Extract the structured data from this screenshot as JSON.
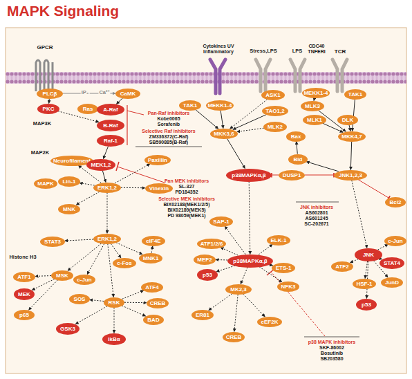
{
  "diagram": {
    "title": "MAPK Signaling",
    "nodes": [
      {
        "text": [
          "PLCβ"
        ]
      },
      {
        "text": [
          "CaMK"
        ]
      },
      {
        "text": [
          "TAK1"
        ]
      },
      {
        "text": [
          "MEKK1-4"
        ]
      },
      {
        "text": [
          "ASK1"
        ]
      },
      {
        "text": [
          "MEKK1-4"
        ]
      },
      {
        "text": [
          "TAK1"
        ]
      },
      {
        "text": [
          "PKC"
        ]
      },
      {
        "text": [
          "Ras"
        ]
      },
      {
        "text": [
          "A-Raf"
        ]
      },
      {
        "text": [
          "MLK3"
        ]
      },
      {
        "text": [
          "TAO1,2"
        ]
      },
      {
        "text": [
          "B-Raf"
        ]
      },
      {
        "text": [
          "MLK2"
        ]
      },
      {
        "text": [
          "MLK1"
        ]
      },
      {
        "text": [
          "DLK"
        ]
      },
      {
        "text": [
          "MKK3,6"
        ]
      },
      {
        "text": [
          "Bax"
        ]
      },
      {
        "text": [
          "MKK4,7"
        ]
      },
      {
        "text": [
          "Raf-1"
        ]
      },
      {
        "text": [
          "Neurofilament"
        ]
      },
      {
        "text": [
          "Paxillin"
        ]
      },
      {
        "text": [
          "MEK1,2"
        ]
      },
      {
        "text": [
          "Bid"
        ]
      },
      {
        "text": [
          "p38MAPKα,β"
        ]
      },
      {
        "text": [
          "DUSP1"
        ]
      },
      {
        "text": [
          "JNK1,2,3"
        ]
      },
      {
        "text": [
          "Lin-1"
        ]
      },
      {
        "text": [
          "MAPK"
        ]
      },
      {
        "text": [
          "ERK1,2"
        ]
      },
      {
        "text": [
          "Vinexin"
        ]
      },
      {
        "text": [
          "Bcl2"
        ]
      },
      {
        "text": [
          "MNK"
        ]
      },
      {
        "text": [
          "SAP-1"
        ]
      },
      {
        "text": [
          "ERK1,2"
        ]
      },
      {
        "text": [
          "eIF4E"
        ]
      },
      {
        "text": [
          "STAT3"
        ]
      },
      {
        "text": [
          "ELK-1"
        ]
      },
      {
        "text": [
          "ATF1/2/6"
        ]
      },
      {
        "text": [
          "c-Jun"
        ]
      },
      {
        "text": [
          "JNK"
        ]
      },
      {
        "text": [
          "MNK1"
        ]
      },
      {
        "text": [
          "MEF2"
        ]
      },
      {
        "text": [
          "p38MAPKα,β"
        ]
      },
      {
        "text": [
          "c-Fos"
        ]
      },
      {
        "text": [
          "STAT4"
        ]
      },
      {
        "text": [
          "ATF2"
        ]
      },
      {
        "text": [
          "ETS-1"
        ]
      },
      {
        "text": [
          "MSK"
        ]
      },
      {
        "text": [
          "ATF1"
        ]
      },
      {
        "text": [
          "c-Jun"
        ]
      },
      {
        "text": [
          "p53"
        ]
      },
      {
        "text": [
          "HSF-1"
        ]
      },
      {
        "text": [
          "JunD"
        ]
      },
      {
        "text": [
          "ATF4"
        ]
      },
      {
        "text": [
          "NFK3"
        ]
      },
      {
        "text": [
          "MK2,3"
        ]
      },
      {
        "text": [
          "MEK"
        ]
      },
      {
        "text": [
          "SOS"
        ]
      },
      {
        "text": [
          "RSK"
        ]
      },
      {
        "text": [
          "CREB"
        ]
      },
      {
        "text": [
          "p53"
        ]
      },
      {
        "text": [
          "p65"
        ]
      },
      {
        "text": [
          "ER81"
        ]
      },
      {
        "text": [
          "BAD"
        ]
      },
      {
        "text": [
          "eEF2K"
        ]
      },
      {
        "text": [
          "GSK3"
        ]
      },
      {
        "text": [
          "CREB"
        ]
      },
      {
        "text": [
          "IkBα"
        ]
      }
    ],
    "edges": [
      {
        "from": 0,
        "to": 1,
        "arrow": "to"
      },
      {
        "from": 0,
        "to": 7,
        "arrow": "to"
      },
      {
        "from": 8,
        "to": 9,
        "arrow": "to"
      },
      {
        "from": 1,
        "to": 9,
        "arrow": "to"
      },
      {
        "from": 7,
        "to": 12,
        "arrow": "to"
      },
      {
        "from": 19,
        "to": 22,
        "arrow": "to"
      },
      {
        "from": 22,
        "to": 29,
        "arrow": "to"
      },
      {
        "from": 29,
        "to": 20,
        "arrow": "to"
      },
      {
        "from": 29,
        "to": 27,
        "arrow": "to"
      },
      {
        "from": 29,
        "to": 32,
        "arrow": "to"
      },
      {
        "from": 29,
        "to": 21,
        "arrow": "to"
      },
      {
        "from": 29,
        "to": 30,
        "arrow": "to"
      },
      {
        "from": 2,
        "to": 16,
        "arrow": "to"
      },
      {
        "from": 3,
        "to": 16,
        "arrow": "to"
      },
      {
        "from": 4,
        "to": 16,
        "arrow": "to"
      },
      {
        "from": 11,
        "to": 16,
        "arrow": "to"
      },
      {
        "from": 13,
        "to": 16,
        "arrow": "to"
      },
      {
        "from": 5,
        "to": 10,
        "arrow": "to"
      },
      {
        "from": 10,
        "to": 18,
        "arrow": "to"
      },
      {
        "from": 14,
        "to": 18,
        "arrow": "to"
      },
      {
        "from": 15,
        "to": 18,
        "arrow": "to"
      },
      {
        "from": 6,
        "to": 18,
        "arrow": "to"
      },
      {
        "from": 16,
        "to": 24,
        "arrow": "to"
      },
      {
        "from": 18,
        "to": 26,
        "arrow": "to"
      },
      {
        "from": 25,
        "to": 24,
        "arrow": "to"
      },
      {
        "from": 25,
        "to": 26,
        "arrow": "to"
      },
      {
        "from": 26,
        "to": 23,
        "arrow": "to"
      },
      {
        "from": 23,
        "to": 17,
        "arrow": "to"
      },
      {
        "from": 26,
        "to": 31,
        "arrow": "to"
      },
      {
        "from": 26,
        "to": 40,
        "arrow": "to"
      },
      {
        "from": 40,
        "to": 39,
        "arrow": "to"
      },
      {
        "from": 40,
        "to": 45,
        "arrow": "to"
      },
      {
        "from": 40,
        "to": 46,
        "arrow": "to"
      },
      {
        "from": 40,
        "to": 52,
        "arrow": "to"
      },
      {
        "from": 40,
        "to": 53,
        "arrow": "to"
      },
      {
        "from": 40,
        "to": 61,
        "arrow": "to"
      },
      {
        "from": 24,
        "to": 43,
        "arrow": "to"
      },
      {
        "from": 43,
        "to": 33,
        "arrow": "to"
      },
      {
        "from": 43,
        "to": 38,
        "arrow": "to"
      },
      {
        "from": 43,
        "to": 42,
        "arrow": "to"
      },
      {
        "from": 43,
        "to": 51,
        "arrow": "to"
      },
      {
        "from": 43,
        "to": 37,
        "arrow": "to"
      },
      {
        "from": 43,
        "to": 47,
        "arrow": "to"
      },
      {
        "from": 43,
        "to": 55,
        "arrow": "to"
      },
      {
        "from": 43,
        "to": 56,
        "arrow": "to"
      },
      {
        "from": 56,
        "to": 63,
        "arrow": "to"
      },
      {
        "from": 56,
        "to": 67,
        "arrow": "to"
      },
      {
        "from": 56,
        "to": 65,
        "arrow": "to"
      },
      {
        "from": 29,
        "to": 34,
        "arrow": "to"
      },
      {
        "from": 34,
        "to": 36,
        "arrow": "to"
      },
      {
        "from": 34,
        "to": 48,
        "arrow": "to"
      },
      {
        "from": 34,
        "to": 50,
        "arrow": "to"
      },
      {
        "from": 34,
        "to": 44,
        "arrow": "to"
      },
      {
        "from": 34,
        "to": 41,
        "arrow": "to"
      },
      {
        "from": 34,
        "to": 59,
        "arrow": "to"
      },
      {
        "from": 41,
        "to": 35,
        "arrow": "to"
      },
      {
        "from": 48,
        "to": 49,
        "arrow": "to"
      },
      {
        "from": 48,
        "to": 57,
        "arrow": "to"
      },
      {
        "from": 48,
        "to": 62,
        "arrow": "to"
      },
      {
        "from": 59,
        "to": 54,
        "arrow": "to"
      },
      {
        "from": 59,
        "to": 60,
        "arrow": "to"
      },
      {
        "from": 59,
        "to": 64,
        "arrow": "to"
      },
      {
        "from": 59,
        "to": 66,
        "arrow": "to"
      },
      {
        "from": 59,
        "to": 68,
        "arrow": "to"
      },
      {
        "from": 59,
        "to": 58,
        "arrow": "to"
      }
    ],
    "labels": [
      "GPCR",
      "Cytokines UV Inflammatory",
      "Stress,LPS",
      "LPS",
      "CDC40 TNFERI",
      "TCR",
      "IP₃",
      "Ca²⁺",
      "MAP3K",
      "MAP2K",
      "Pan-Raf inhibitors",
      "Kobe0065",
      "Sorafenib",
      "Selective Raf inhibitors",
      "ZM336372(C-Raf)",
      "SB590885(B-Raf)",
      "Pan MEK inhibitors",
      "SL-327",
      "PD184352",
      "Selective MEK inhibitors",
      "BIX02188(MEK1/2/5)",
      "BIX02189(MEK5)",
      "PD 98059(MEK1)",
      "JNK inhibitors",
      "AS602801",
      "AS601245",
      "SC-202671",
      "p38 MAPK inhibitors",
      "SKF-86002",
      "Bosutinib",
      "SB203580",
      "Histone H3"
    ]
  }
}
